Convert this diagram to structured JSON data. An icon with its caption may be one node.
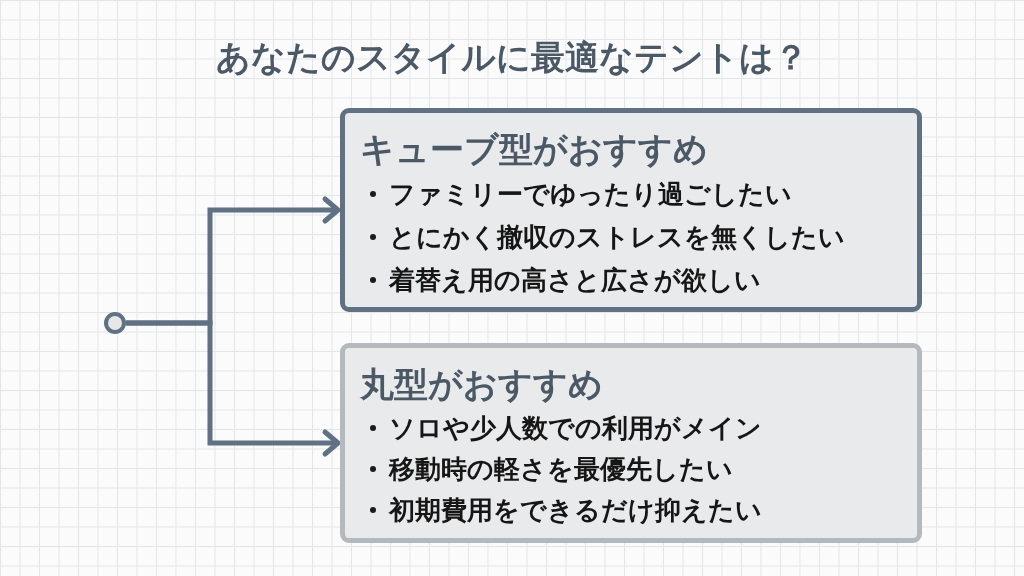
{
  "diagram": {
    "title": "あなたのスタイルに最適なテントは？",
    "nodes": [
      {
        "text": [],
        "shape": "circle"
      },
      {
        "text": [
          "キューブ型がおすすめ",
          "ファミリーでゆったり過ごしたい",
          "とにかく撤収のストレスを無くしたい",
          "着替え用の高さと広さが欲しい"
        ]
      },
      {
        "text": [
          "丸型がおすすめ",
          "ソロや少人数での利用がメイン",
          "移動時の軽さを最優先したい",
          "初期費用をできるだけ抑えたい"
        ]
      }
    ],
    "edges": [
      {
        "from": 0,
        "to": 1,
        "arrow": "to"
      },
      {
        "from": 0,
        "to": 2,
        "arrow": "to"
      }
    ]
  }
}
